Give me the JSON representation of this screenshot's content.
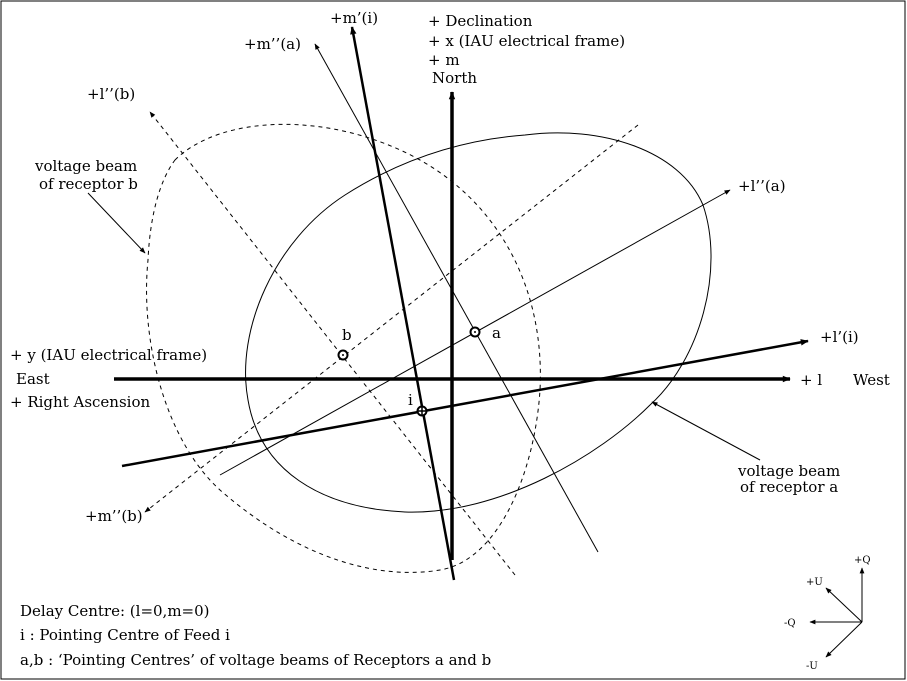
{
  "labels": {
    "declination": "+ Declination",
    "x_iau": "+ x (IAU electrical frame)",
    "plus_m": "+ m",
    "north": "North",
    "m_prime_i": "+m’(i)",
    "m_dprime_a": "+m’’(a)",
    "l_dprime_b": "+l’’(b)",
    "beam_b_line1": "voltage beam",
    "beam_b_line2": "of receptor b",
    "l_dprime_a": "+l’’(a)",
    "l_prime_i": "+l’(i)",
    "y_iau": "+ y (IAU electrical frame)",
    "east": "East",
    "right_ascension": "+ Right Ascension",
    "plus_l": "+ l",
    "west": "West",
    "point_a": "a",
    "point_b": "b",
    "point_i": "i",
    "beam_a_line1": "voltage beam",
    "beam_a_line2": "of receptor a",
    "m_dprime_b": "+m’’(b)"
  },
  "legend": {
    "delay_centre": "Delay Centre:  (l=0,m=0)",
    "pointing_centre": " i : Pointing Centre of Feed i",
    "pointing_centres_ab": "a,b : ‘Pointing Centres’ of voltage beams of Receptors a and b"
  },
  "polarization": {
    "plus_q": "+Q",
    "plus_u": "+U",
    "minus_q": "-Q",
    "minus_u": "-U"
  }
}
